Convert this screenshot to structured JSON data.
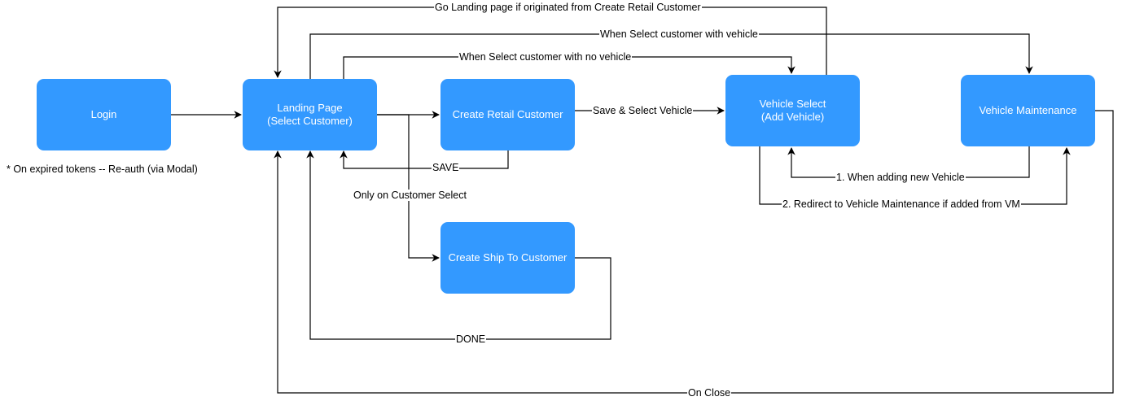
{
  "colors": {
    "node_fill": "#3399ff",
    "node_text": "#ffffff",
    "edge": "#000000"
  },
  "nodes": {
    "login": "Login",
    "landing": "Landing Page\n(Select Customer)",
    "create_retail": "Create Retail Customer",
    "create_ship": "Create Ship To Customer",
    "vehicle_select": "Vehicle Select\n (Add Vehicle)",
    "vehicle_maintenance": "Vehicle Maintenance"
  },
  "note": "* On expired tokens -- Re-auth (via Modal)",
  "edge_labels": {
    "go_landing": "Go Landing page if originated from Create Retail Customer",
    "select_with_vehicle": "When Select customer with vehicle",
    "select_no_vehicle": "When Select customer with no vehicle",
    "save_select_vehicle": "Save & Select Vehicle",
    "save": "SAVE",
    "only_on_select": "Only on Customer Select",
    "adding_new_vehicle": "1. When adding new Vehicle",
    "redirect_vm": "2. Redirect to Vehicle Maintenance if added from VM",
    "done": "DONE",
    "on_close": "On Close"
  }
}
